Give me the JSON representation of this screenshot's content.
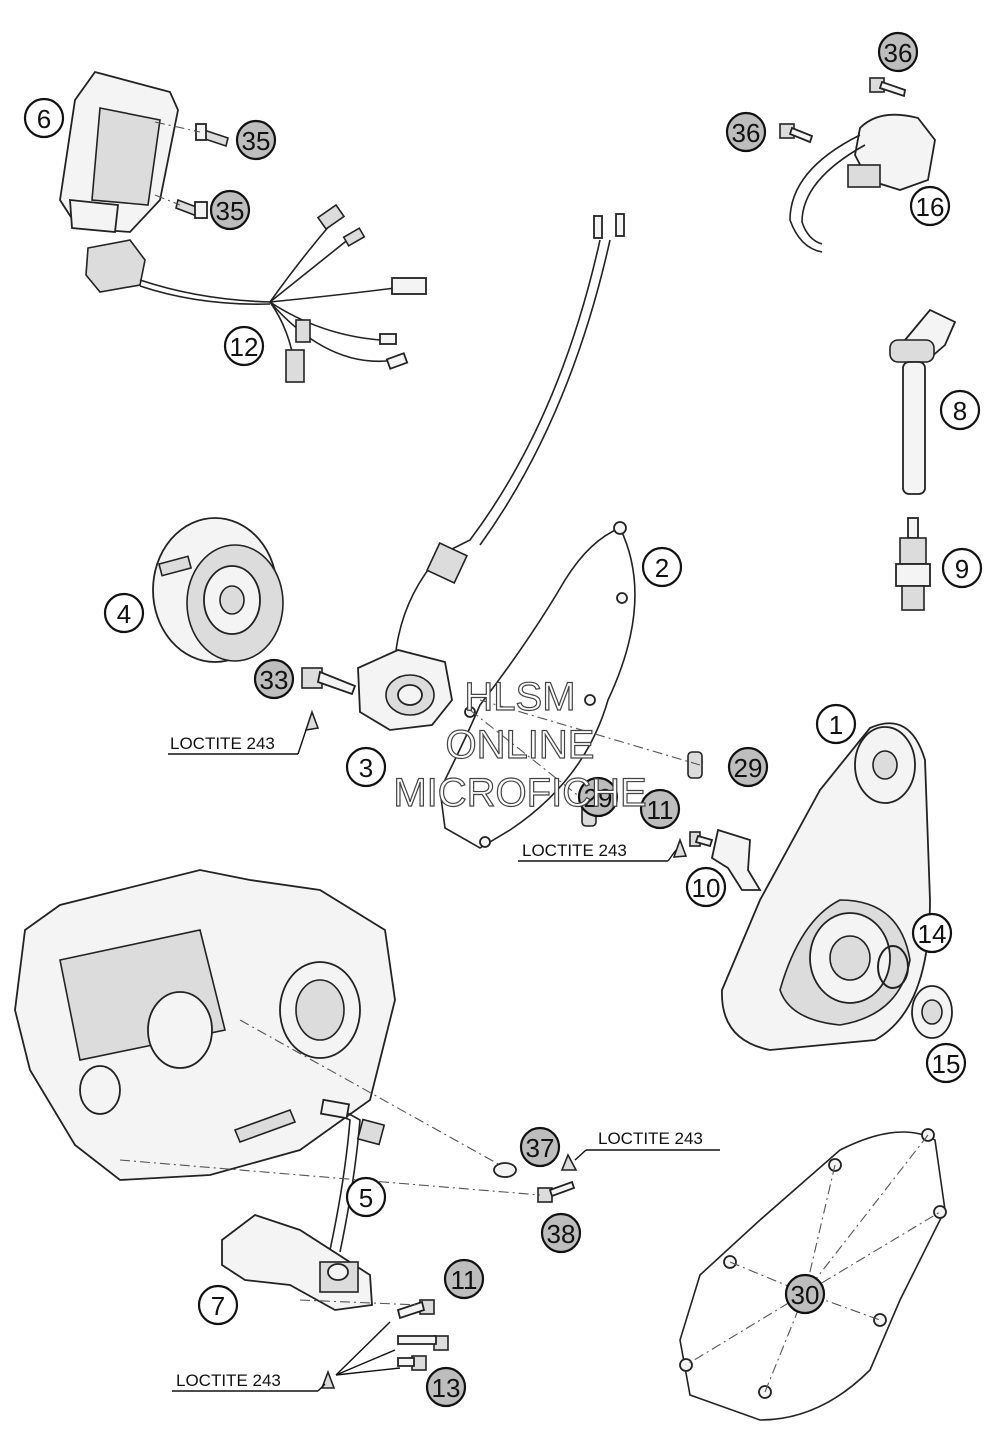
{
  "watermark": [
    "HLSM",
    "ONLINE",
    "MICROFICHE"
  ],
  "note_text": "LOCTITE 243",
  "callouts": [
    {
      "label": "6",
      "grey": false
    },
    {
      "label": "35",
      "grey": true
    },
    {
      "label": "35",
      "grey": true
    },
    {
      "label": "12",
      "grey": false
    },
    {
      "label": "36",
      "grey": true
    },
    {
      "label": "36",
      "grey": true
    },
    {
      "label": "16",
      "grey": false
    },
    {
      "label": "8",
      "grey": false
    },
    {
      "label": "9",
      "grey": false
    },
    {
      "label": "2",
      "grey": false
    },
    {
      "label": "4",
      "grey": false
    },
    {
      "label": "33",
      "grey": true
    },
    {
      "label": "3",
      "grey": false
    },
    {
      "label": "29",
      "grey": true
    },
    {
      "label": "29",
      "grey": true
    },
    {
      "label": "11",
      "grey": true
    },
    {
      "label": "1",
      "grey": false
    },
    {
      "label": "10",
      "grey": false
    },
    {
      "label": "14",
      "grey": false
    },
    {
      "label": "15",
      "grey": false
    },
    {
      "label": "37",
      "grey": true
    },
    {
      "label": "5",
      "grey": false
    },
    {
      "label": "38",
      "grey": true
    },
    {
      "label": "30",
      "grey": true
    },
    {
      "label": "11",
      "grey": true
    },
    {
      "label": "7",
      "grey": false
    },
    {
      "label": "13",
      "grey": true
    }
  ]
}
